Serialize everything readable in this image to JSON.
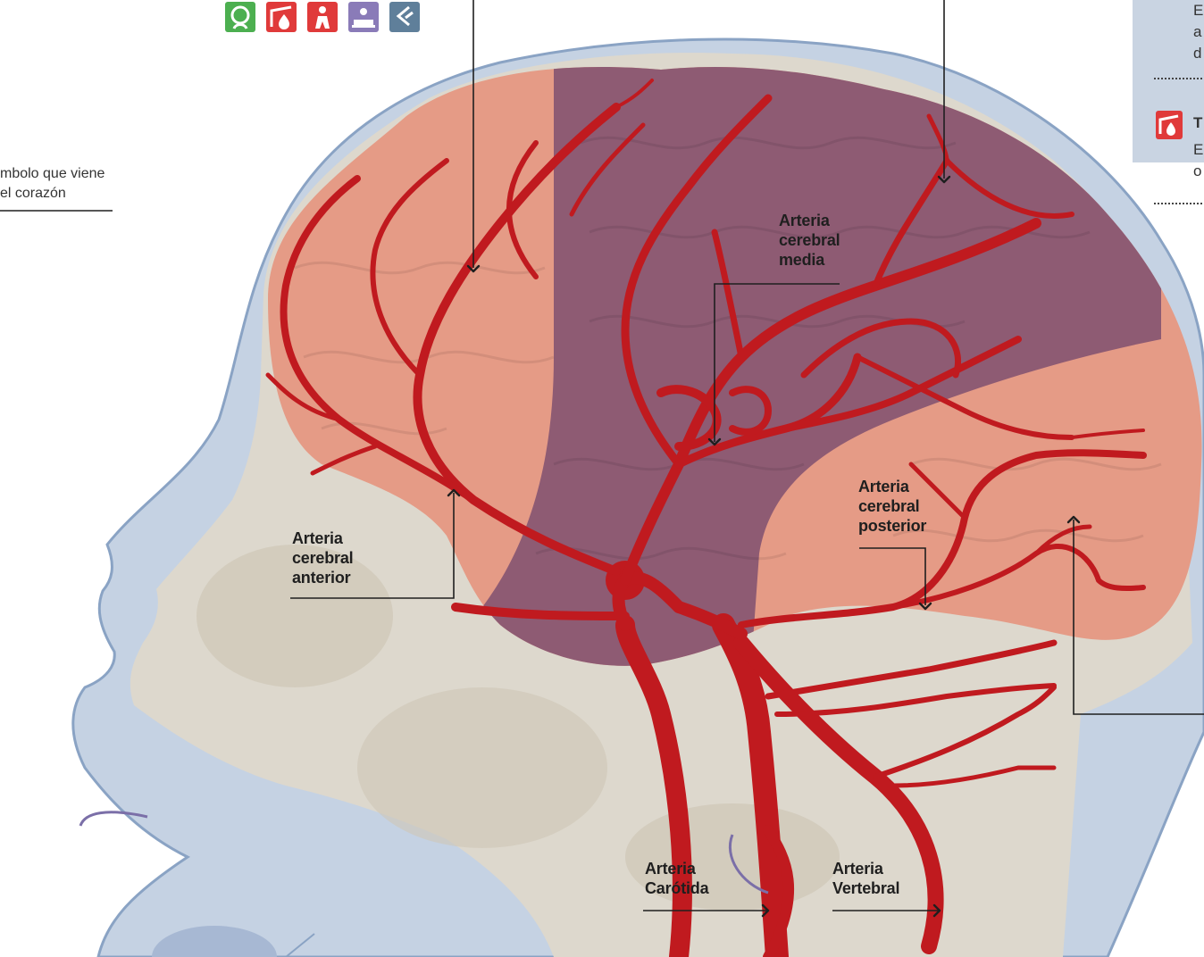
{
  "labels": {
    "cerebral_media": [
      "Arteria",
      "cerebral",
      "media"
    ],
    "cerebral_anterior": [
      "Arteria",
      "cerebral",
      "anterior"
    ],
    "cerebral_posterior": [
      "Arteria",
      "cerebral",
      "posterior"
    ],
    "carotida": [
      "Arteria",
      "Carótida"
    ],
    "vertebral": [
      "Arteria",
      "Vertebral"
    ]
  },
  "side_note": [
    "mbolo que viene",
    "el corazón"
  ],
  "right_panel": {
    "top_fragment": [
      "E",
      "a",
      "d"
    ],
    "section_heading": "T",
    "section_fragment": [
      "E",
      "o"
    ]
  },
  "icons": [
    {
      "name": "head-profile-icon",
      "color": "#4caf50"
    },
    {
      "name": "clot-drop-icon",
      "color": "#e03a3a"
    },
    {
      "name": "person-icon",
      "color": "#e03a3a"
    },
    {
      "name": "patient-bed-icon",
      "color": "#8a7bb8"
    },
    {
      "name": "speech-wave-icon",
      "color": "#5f7f9a"
    }
  ],
  "colors": {
    "head_fill": "#c5d2e3",
    "skull": "#ddd8cd",
    "brain_pink": "#e59b86",
    "brain_purple": "#8e5b73",
    "artery": "#c01a1f"
  }
}
